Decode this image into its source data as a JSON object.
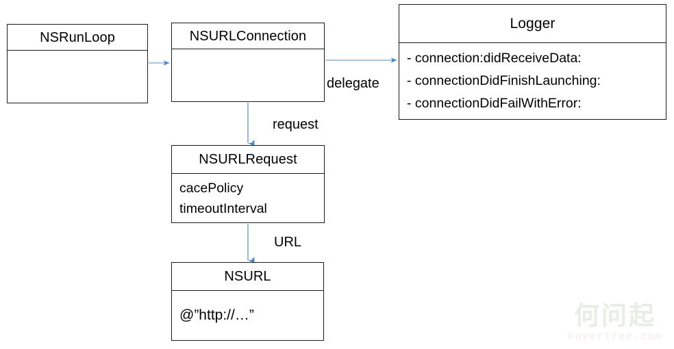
{
  "diagram": {
    "type": "uml-class-diagram",
    "background": "#ffffff",
    "line_color": "#8eb4d8",
    "arrow_color": "#4a86c5",
    "border_color": "#1a1a1a",
    "text_color": "#000000"
  },
  "boxes": [
    {
      "id": "nsrunloop",
      "title": "NSRunLoop",
      "rows": []
    },
    {
      "id": "nsurlconnection",
      "title": "NSURLConnection",
      "rows": []
    },
    {
      "id": "logger",
      "title": "Logger",
      "rows": [
        "- connection:didReceiveData:",
        "- connectionDidFinishLaunching:",
        "- connectionDidFailWithError:"
      ]
    },
    {
      "id": "nsurlrequest",
      "title": "NSURLRequest",
      "rows": [
        "cacePolicy",
        "timeoutInterval"
      ]
    },
    {
      "id": "nsurl",
      "title": "NSURL",
      "rows": [
        "@”http://…”"
      ]
    }
  ],
  "edges": [
    {
      "id": "runloop-to-connection",
      "label": "",
      "from": "nsrunloop",
      "to": "nsurlconnection",
      "direction": "right"
    },
    {
      "id": "connection-to-logger",
      "label": "delegate",
      "from": "nsurlconnection",
      "to": "logger",
      "direction": "right"
    },
    {
      "id": "connection-to-request",
      "label": "request",
      "from": "nsurlconnection",
      "to": "nsurlrequest",
      "direction": "down"
    },
    {
      "id": "request-to-url",
      "label": "URL",
      "from": "nsurlrequest",
      "to": "nsurl",
      "direction": "down"
    }
  ],
  "watermark": {
    "chinese": "何问起",
    "url": "hovertree.com",
    "chinese_color": "#e7efe5",
    "url_color": "#f6eaea"
  }
}
